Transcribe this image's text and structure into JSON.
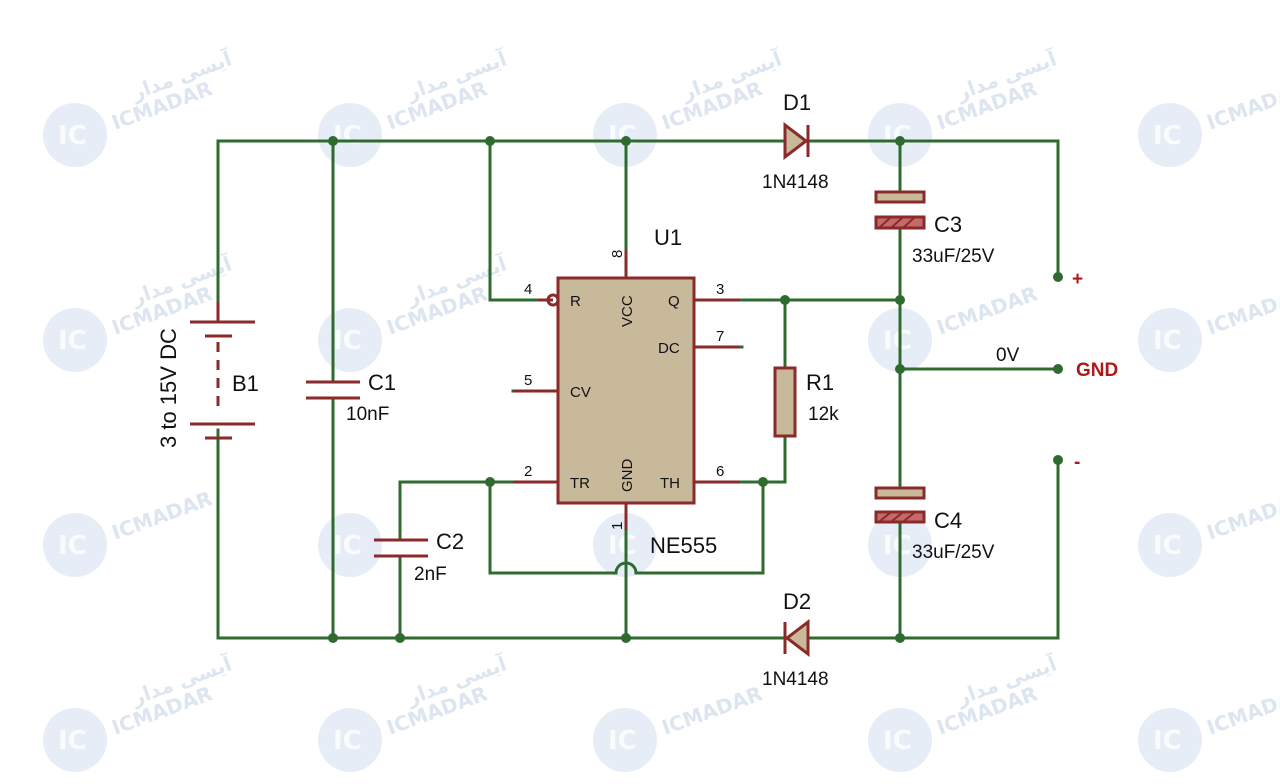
{
  "watermark": {
    "brand_latin": "ICMADAR",
    "brand_farsi": "آیسی مدار",
    "logo": "IC"
  },
  "components": {
    "u1": {
      "ref": "U1",
      "value": "NE555",
      "pins": {
        "r": "R",
        "vcc": "VCC",
        "q": "Q",
        "dc": "DC",
        "cv": "CV",
        "tr": "TR",
        "gnd": "GND",
        "th": "TH"
      },
      "pin_numbers": {
        "p8": "8",
        "p4": "4",
        "p3": "3",
        "p7": "7",
        "p5": "5",
        "p2": "2",
        "p6": "6",
        "p1": "1"
      }
    },
    "b1": {
      "ref": "B1",
      "value": "3 to 15V DC"
    },
    "c1": {
      "ref": "C1",
      "value": "10nF"
    },
    "c2": {
      "ref": "C2",
      "value": "2nF"
    },
    "c3": {
      "ref": "C3",
      "value": "33uF/25V"
    },
    "c4": {
      "ref": "C4",
      "value": "33uF/25V"
    },
    "r1": {
      "ref": "R1",
      "value": "12k"
    },
    "d1": {
      "ref": "D1",
      "value": "1N4148"
    },
    "d2": {
      "ref": "D2",
      "value": "1N4148"
    }
  },
  "terminals": {
    "plus": "+",
    "net_0v": "0V",
    "gnd": "GND",
    "minus": "-"
  },
  "colors": {
    "wire": "#2f6b2f",
    "component": "#8a2a2a",
    "ic_body": "#c9b99b",
    "terminal_label": "#b01818"
  }
}
